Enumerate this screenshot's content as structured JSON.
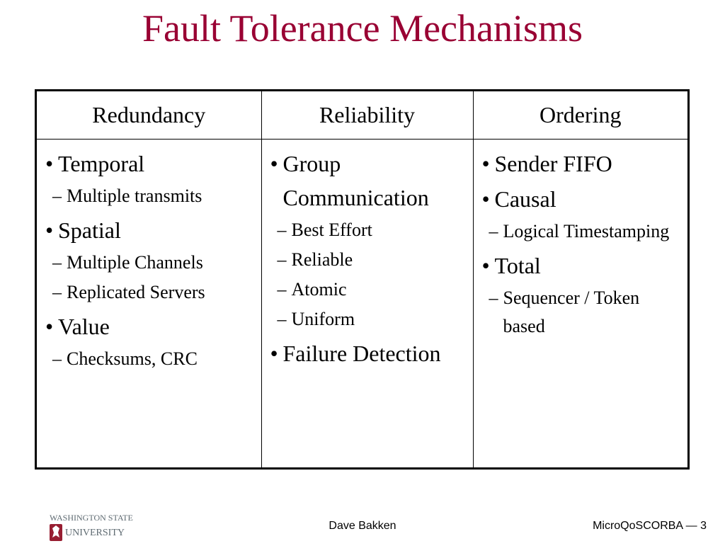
{
  "slide": {
    "title": "Fault Tolerance Mechanisms"
  },
  "table": {
    "headers": [
      "Redundancy",
      "Reliability",
      "Ordering"
    ],
    "columns": [
      {
        "items": [
          {
            "text": "Temporal",
            "sub": [
              "Multiple transmits"
            ]
          },
          {
            "text": "Spatial",
            "sub": [
              "Multiple Channels",
              "Replicated Servers"
            ]
          },
          {
            "text": "Value",
            "sub": [
              "Checksums, CRC"
            ]
          }
        ]
      },
      {
        "items": [
          {
            "text": "Group Communication",
            "sub": [
              "Best Effort",
              "Reliable",
              "Atomic",
              "Uniform"
            ]
          },
          {
            "text": "Failure Detection",
            "sub": []
          }
        ]
      },
      {
        "items": [
          {
            "text": "Sender FIFO",
            "sub": []
          },
          {
            "text": "Causal",
            "sub": [
              "Logical Timestamping"
            ]
          },
          {
            "text": "Total",
            "sub": [
              "Sequencer / Token based"
            ]
          }
        ]
      }
    ]
  },
  "footer": {
    "logo_line1": "WASHINGTON STATE",
    "logo_line2": "UNIVERSITY",
    "author": "Dave Bakken",
    "slide_ref": "MicroQoSCORBA — 3"
  },
  "markers": {
    "bullet": "•",
    "dash": "–"
  },
  "colors": {
    "title": "#990033",
    "logo_crimson": "#981E32",
    "logo_gray": "#5E6A71"
  },
  "icons": {
    "logo": "wsu-cougar-logo"
  }
}
